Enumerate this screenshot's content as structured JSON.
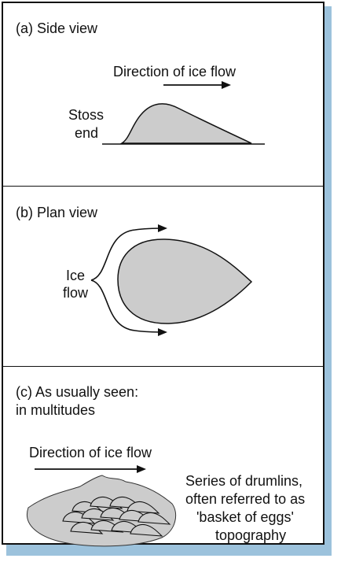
{
  "panel_a": {
    "title": "(a) Side view",
    "flow_label": "Direction of ice flow",
    "stoss_label_line1": "Stoss",
    "stoss_label_line2": "end"
  },
  "panel_b": {
    "title": "(b) Plan view",
    "ice_label_line1": "Ice",
    "ice_label_line2": "flow"
  },
  "panel_c": {
    "title_line1": "(c) As usually seen:",
    "title_line2": "in multitudes",
    "flow_label": "Direction of ice flow",
    "caption_line1": "Series of drumlins,",
    "caption_line2": "often referred to as",
    "caption_line3": "'basket of eggs'",
    "caption_line4": "topography"
  },
  "colors": {
    "fill": "#cccccc",
    "stroke": "#111111",
    "shadow": "#9cc2dc"
  }
}
